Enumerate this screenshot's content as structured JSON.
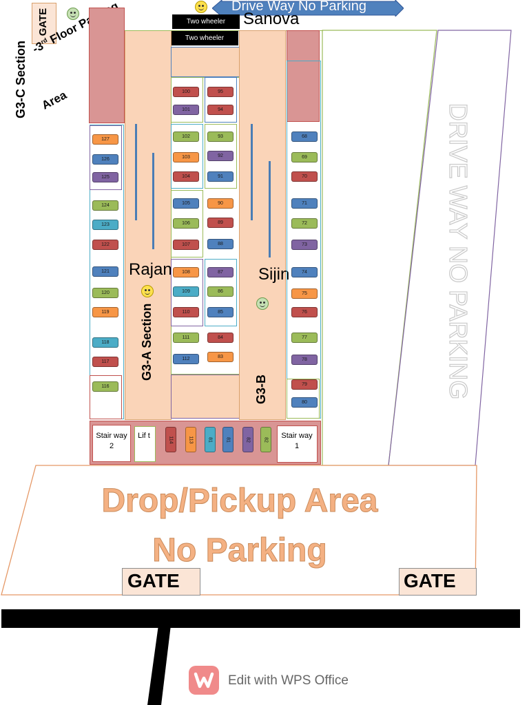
{
  "labels": {
    "gate_top": "GATE",
    "g3c_section": "G3-C Section",
    "third_floor": "-3",
    "third_floor_sup": "rd",
    "floor_parking": "Floor Parking",
    "area": "Area",
    "drive_way_top": "Drive Way No Parking",
    "sanova": "Sanova",
    "two_wheeler_1": "Two wheeler",
    "two_wheeler_2": "Two wheeler",
    "drive_way_side": "DRIVE WAY NO PARKING",
    "rajan": "Rajan",
    "sijin": "Sijin",
    "g3a_section": "G3-A Section",
    "g3b": "G3-B",
    "stairway_2": "Stair way 2",
    "lift": "Lif t",
    "stairway_1": "Stair way 1",
    "drop_pickup": "Drop/Pickup Area",
    "no_parking": "No Parking",
    "gate_left": "GATE",
    "gate_right": "GATE",
    "wps": "Edit with WPS Office"
  },
  "icons": [
    "smiley-icon",
    "arrow-icon",
    "wps-logo-icon"
  ],
  "colors": {
    "green": "#9bbb59",
    "blue": "#4f81bd",
    "red": "#c0504d",
    "orange": "#f79646",
    "purple": "#8064a2",
    "cyan": "#4bacc6",
    "road": "#fad4b8",
    "pink": "#d99594"
  },
  "slots": {
    "left_col": [
      {
        "num": "127",
        "color": "orange"
      },
      {
        "num": "126",
        "color": "blue"
      },
      {
        "num": "125",
        "color": "purple"
      },
      {
        "num": "124",
        "color": "green"
      },
      {
        "num": "123",
        "color": "cyan"
      },
      {
        "num": "122",
        "color": "red"
      },
      {
        "num": "121",
        "color": "blue"
      },
      {
        "num": "120",
        "color": "green"
      },
      {
        "num": "119",
        "color": "orange"
      },
      {
        "num": "118",
        "color": "cyan"
      },
      {
        "num": "117",
        "color": "red"
      },
      {
        "num": "116",
        "color": "green"
      }
    ],
    "mid_a": [
      {
        "num": "100",
        "color": "red"
      },
      {
        "num": "101",
        "color": "purple"
      },
      {
        "num": "102",
        "color": "green"
      },
      {
        "num": "103",
        "color": "orange"
      },
      {
        "num": "104",
        "color": "red"
      },
      {
        "num": "105",
        "color": "blue"
      },
      {
        "num": "106",
        "color": "green"
      },
      {
        "num": "107",
        "color": "red"
      },
      {
        "num": "108",
        "color": "orange"
      },
      {
        "num": "109",
        "color": "cyan"
      },
      {
        "num": "110",
        "color": "red"
      },
      {
        "num": "111",
        "color": "green"
      },
      {
        "num": "112",
        "color": "blue"
      }
    ],
    "mid_b": [
      {
        "num": "95",
        "color": "red"
      },
      {
        "num": "94",
        "color": "red"
      },
      {
        "num": "93",
        "color": "green"
      },
      {
        "num": "92",
        "color": "purple"
      },
      {
        "num": "91",
        "color": "blue"
      },
      {
        "num": "90",
        "color": "orange"
      },
      {
        "num": "89",
        "color": "red"
      },
      {
        "num": "88",
        "color": "blue"
      },
      {
        "num": "87",
        "color": "purple"
      },
      {
        "num": "86",
        "color": "green"
      },
      {
        "num": "85",
        "color": "blue"
      },
      {
        "num": "84",
        "color": "red"
      },
      {
        "num": "83",
        "color": "orange"
      }
    ],
    "right_col": [
      {
        "num": "68",
        "color": "blue"
      },
      {
        "num": "69",
        "color": "green"
      },
      {
        "num": "70",
        "color": "red"
      },
      {
        "num": "71",
        "color": "blue"
      },
      {
        "num": "72",
        "color": "green"
      },
      {
        "num": "73",
        "color": "purple"
      },
      {
        "num": "74",
        "color": "blue"
      },
      {
        "num": "75",
        "color": "orange"
      },
      {
        "num": "76",
        "color": "red"
      },
      {
        "num": "77",
        "color": "green"
      },
      {
        "num": "78",
        "color": "purple"
      },
      {
        "num": "79",
        "color": "red"
      },
      {
        "num": "80",
        "color": "blue"
      }
    ],
    "bottom": [
      {
        "num": "114",
        "color": "red"
      },
      {
        "num": "113",
        "color": "orange"
      },
      {
        "num": "81",
        "color": "cyan"
      },
      {
        "num": "81",
        "color": "blue"
      },
      {
        "num": "82",
        "color": "purple"
      },
      {
        "num": "82",
        "color": "green"
      }
    ]
  }
}
